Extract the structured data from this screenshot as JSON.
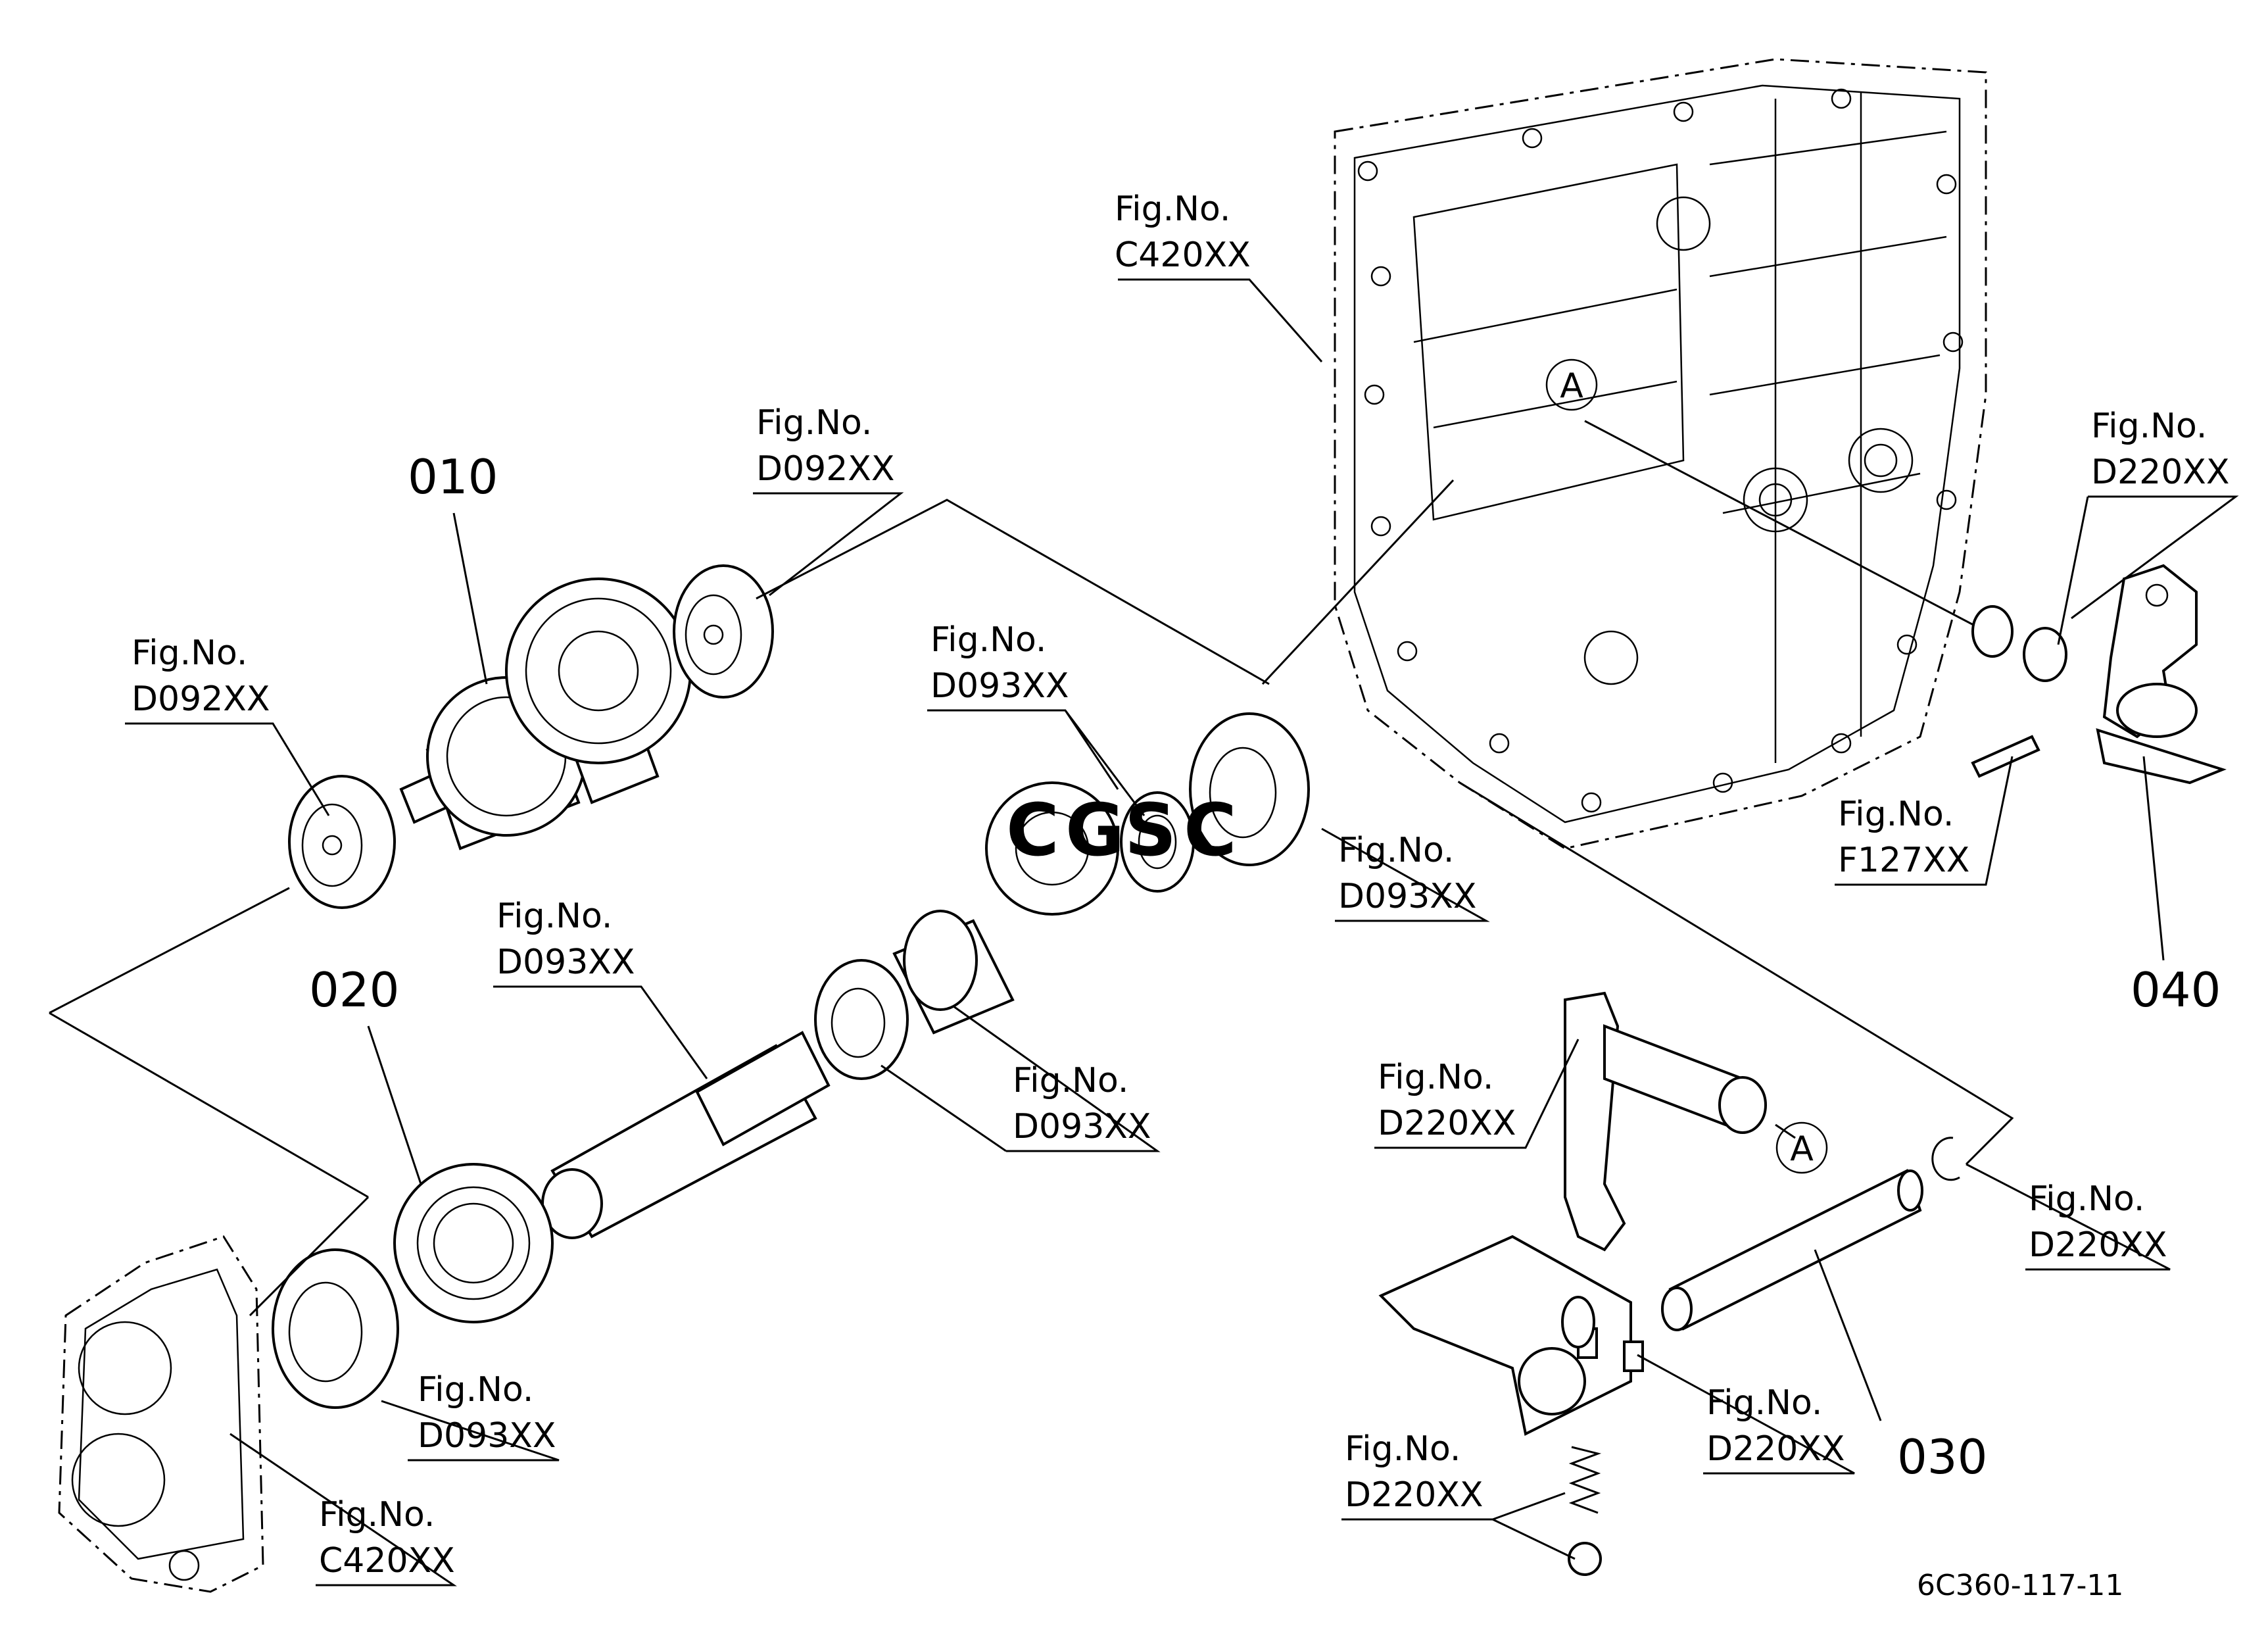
{
  "diagram": {
    "drawing_code": "6C360-117-11",
    "part_numbers": {
      "p010": "010",
      "p020": "020",
      "p030": "030",
      "p040": "040"
    },
    "detail_ref": "A",
    "watermark": {
      "letters": [
        "C",
        "G",
        "S",
        "C"
      ],
      "colors": [
        "#4a7fe0",
        "#e04848",
        "#f0c020",
        "#3aa05a"
      ]
    },
    "fig_prefix": "Fig.No.",
    "callouts": {
      "c420_top": "C420XX",
      "d092_top": "D092XX",
      "d092_left": "D092XX",
      "d093_upper": "D093XX",
      "d093_right": "D093XX",
      "d093_mid": "D093XX",
      "d093_lower": "D093XX",
      "d093_bottom": "D093XX",
      "c420_bottom": "C420XX",
      "d220_top_right": "D220XX",
      "f127": "F127XX",
      "d220_arm": "D220XX",
      "d220_right": "D220XX",
      "d220_fork": "D220XX",
      "d220_spring": "D220XX"
    }
  }
}
